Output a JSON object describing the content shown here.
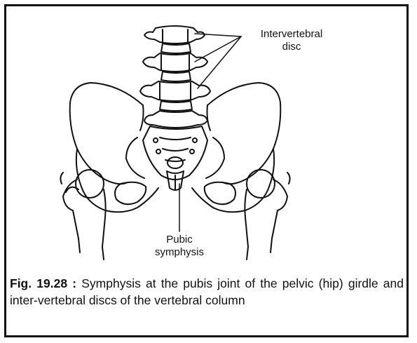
{
  "labels": {
    "intervertebral_line1": "Intervertebral",
    "intervertebral_line2": "disc",
    "pubic_line1": "Pubic",
    "pubic_line2": "symphysis"
  },
  "caption": {
    "figure_number": "Fig. 19.28 :",
    "text": " Symphysis at the pubis joint of the pelvic (hip) girdle and inter-vertebral discs of the vertebral column"
  },
  "colors": {
    "ink": "#111111",
    "background": "#ffffff"
  }
}
